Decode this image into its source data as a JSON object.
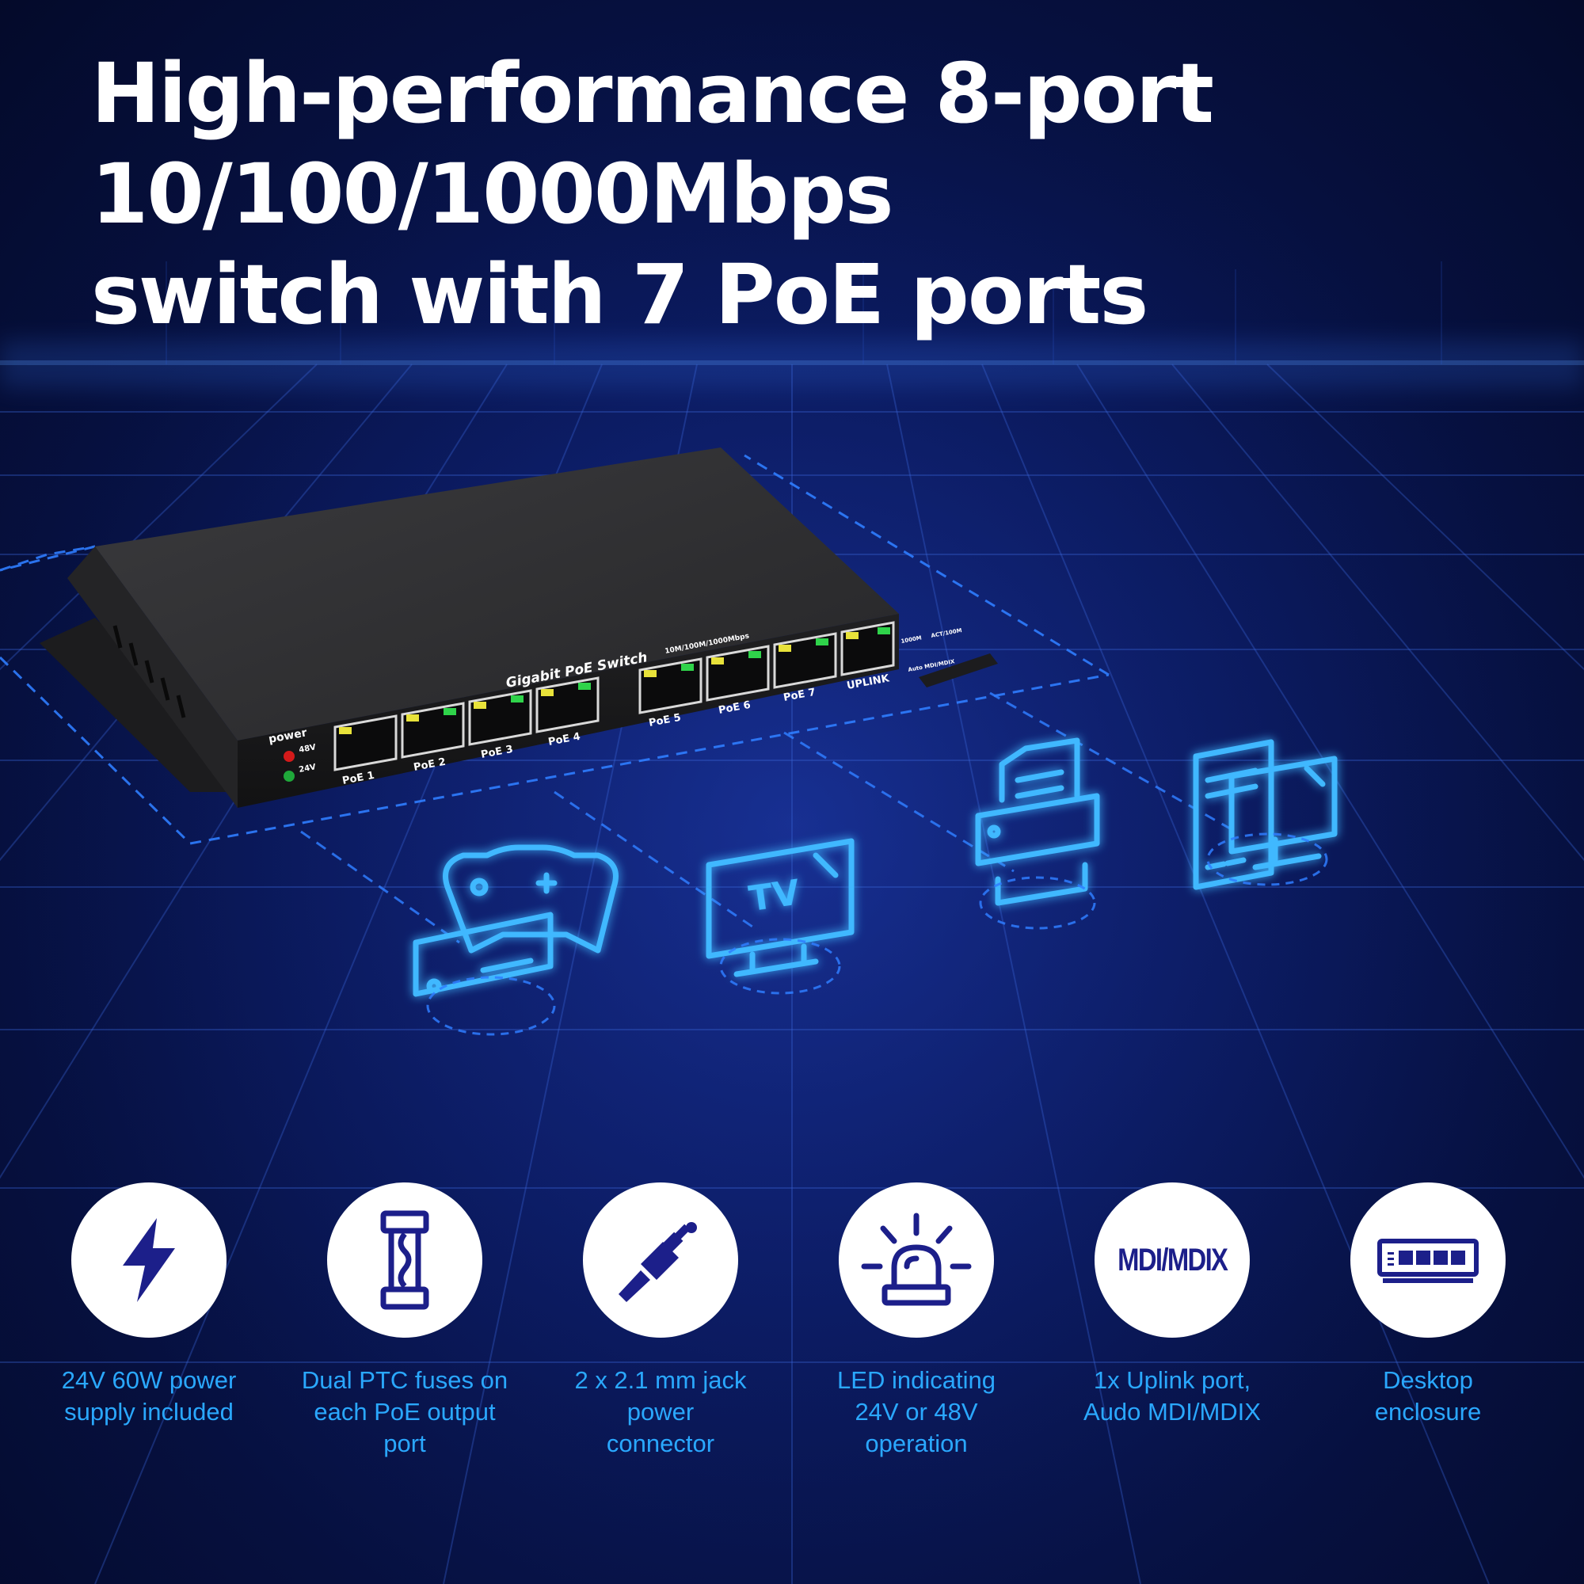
{
  "headline": {
    "line1": "High-performance 8-port",
    "line2": "10/100/1000Mbps",
    "line3": "switch with 7 PoE ports"
  },
  "switch": {
    "brand_label": "Gigabit PoE Switch",
    "speed_label": "10M/100M/1000Mbps",
    "power_label": "power",
    "led_48v": "48V",
    "led_24v": "24V",
    "ports": [
      "PoE 1",
      "PoE 2",
      "PoE 3",
      "PoE 4",
      "PoE 5",
      "PoE 6",
      "PoE 7",
      "UPLINK"
    ],
    "legend_1000m": "1000M",
    "legend_act": "ACT/100M",
    "auto_mdi": "Auto MDI/MDIX"
  },
  "devices": {
    "tv_text": "TV",
    "icons": [
      "game-console-icon",
      "tv-icon",
      "printer-icon",
      "desktop-computer-icon"
    ]
  },
  "features": [
    {
      "icon": "lightning-bolt-icon",
      "lines": [
        "24V 60W power",
        "supply included"
      ]
    },
    {
      "icon": "fuse-icon",
      "lines": [
        "Dual PTC fuses on",
        "each PoE output",
        "port"
      ]
    },
    {
      "icon": "jack-plug-icon",
      "lines": [
        "2 x 2.1 mm jack",
        "power",
        "connector"
      ]
    },
    {
      "icon": "alarm-light-icon",
      "lines": [
        "LED indicating",
        "24V or 48V",
        "operation"
      ]
    },
    {
      "icon": "mdi-mdix-icon",
      "icon_text": "MDI/MDIX",
      "lines": [
        "1x Uplink port,",
        "Audo MDI/MDIX"
      ]
    },
    {
      "icon": "network-switch-icon",
      "lines": [
        "Desktop",
        "enclosure"
      ]
    }
  ],
  "colors": {
    "background": "#06103f",
    "glow_blue": "#2aa8ff",
    "icon_navy": "#1c1f8a",
    "switch_body": "#2b2b2d",
    "led_yellow": "#e8e23a",
    "led_green": "#2fd34a"
  }
}
